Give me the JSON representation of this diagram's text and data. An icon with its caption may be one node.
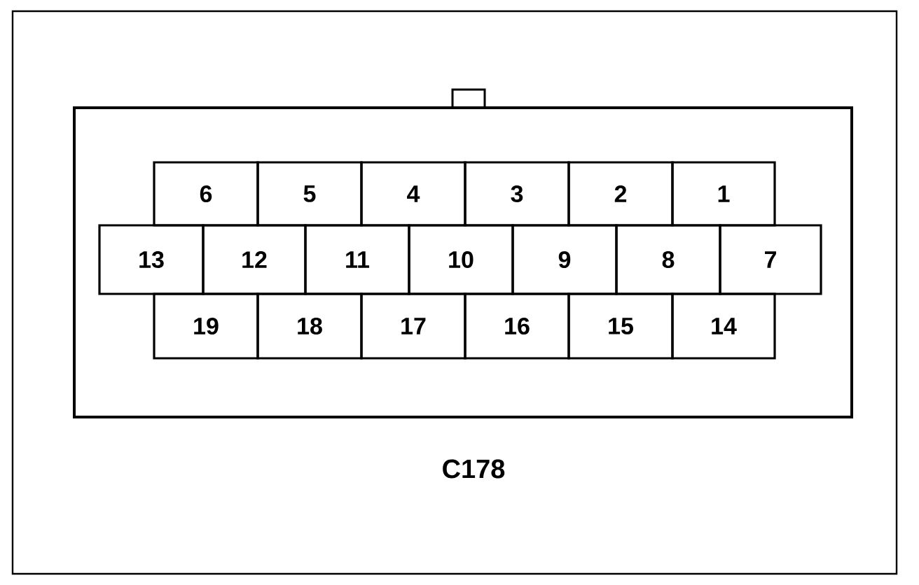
{
  "diagram": {
    "nodes": [
      {
        "text": [
          "6"
        ]
      },
      {
        "text": [
          "5"
        ]
      },
      {
        "text": [
          "4"
        ]
      },
      {
        "text": [
          "3"
        ]
      },
      {
        "text": [
          "2"
        ]
      },
      {
        "text": [
          "1"
        ]
      },
      {
        "text": [
          "13"
        ]
      },
      {
        "text": [
          "12"
        ]
      },
      {
        "text": [
          "11"
        ]
      },
      {
        "text": [
          "10"
        ]
      },
      {
        "text": [
          "9"
        ]
      },
      {
        "text": [
          "8"
        ]
      },
      {
        "text": [
          "7"
        ]
      },
      {
        "text": [
          "19"
        ]
      },
      {
        "text": [
          "18"
        ]
      },
      {
        "text": [
          "17"
        ]
      },
      {
        "text": [
          "16"
        ]
      },
      {
        "text": [
          "15"
        ]
      },
      {
        "text": [
          "14"
        ]
      }
    ],
    "labels": [
      "C178"
    ]
  }
}
